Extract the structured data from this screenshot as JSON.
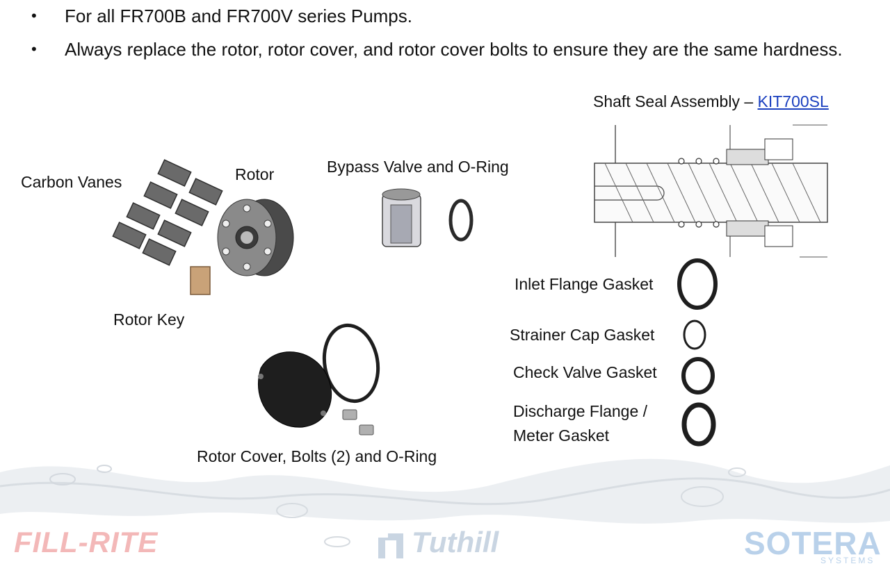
{
  "bullets": [
    "For all FR700B and FR700V series Pumps.",
    "Always replace the rotor, rotor cover, and rotor cover bolts to ensure they are the same hardness."
  ],
  "labels": {
    "shaft_seal_prefix": "Shaft Seal Assembly – ",
    "shaft_seal_link": "KIT700SL",
    "carbon_vanes": "Carbon Vanes",
    "rotor": "Rotor",
    "rotor_key": "Rotor Key",
    "bypass_valve": "Bypass Valve and O-Ring",
    "inlet_flange": "Inlet Flange Gasket",
    "strainer_cap": "Strainer Cap Gasket",
    "check_valve": "Check Valve Gasket",
    "discharge_flange_1": "Discharge Flange /",
    "discharge_flange_2": "Meter Gasket",
    "rotor_cover": "Rotor Cover, Bolts (2) and O-Ring"
  },
  "logos": {
    "fillrite": "FILL-RITE",
    "tuthill": "Tuthill",
    "sotera": "SOTERA",
    "sotera_sub": "SYSTEMS"
  },
  "colors": {
    "link": "#1a3fbf",
    "fillrite": "#f3b8b8",
    "tuthill": "#c9d5e2",
    "sotera": "#b9d1ea",
    "water": "#e4e8ec"
  }
}
